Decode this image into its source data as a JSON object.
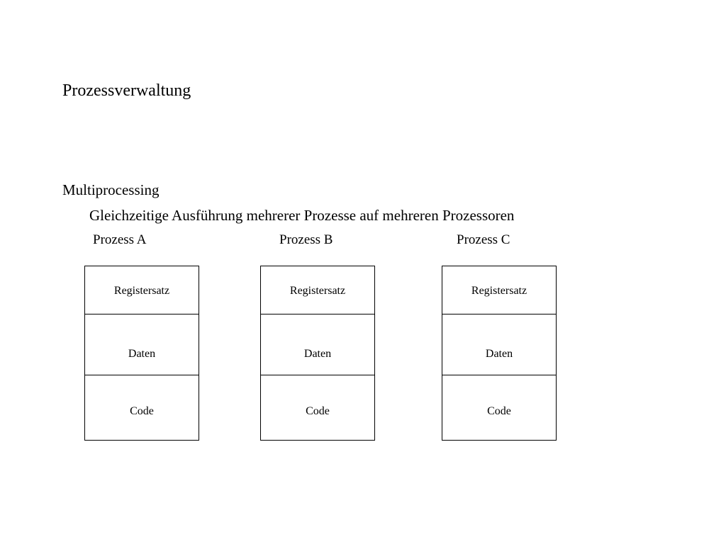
{
  "slide": {
    "title": "Prozessverwaltung",
    "subtitle": "Multiprocessing",
    "description": "Gleichzeitige Ausführung mehrerer Prozesse auf mehreren Prozessoren"
  },
  "processes": [
    {
      "label": "Prozess A",
      "segments": {
        "registers": "Registersatz",
        "data": "Daten",
        "code": "Code"
      }
    },
    {
      "label": "Prozess B",
      "segments": {
        "registers": "Registersatz",
        "data": "Daten",
        "code": "Code"
      }
    },
    {
      "label": "Prozess C",
      "segments": {
        "registers": "Registersatz",
        "data": "Daten",
        "code": "Code"
      }
    }
  ]
}
